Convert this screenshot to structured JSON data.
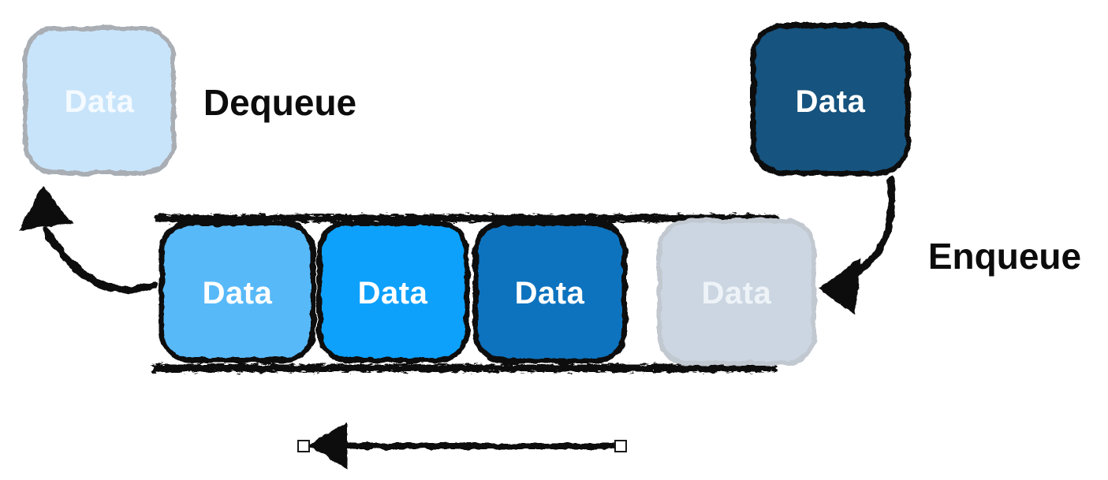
{
  "diagram": {
    "background": "#ffffff",
    "ink": "#0c0c0c",
    "labels": {
      "dequeue": "Dequeue",
      "enqueue": "Enqueue"
    },
    "dequeued_box": {
      "label": "Data",
      "fill": "#c8e4fa",
      "stroke": "#a9aeb4",
      "text_color": "#f4faff"
    },
    "incoming_box": {
      "label": "Data",
      "fill": "#15527e",
      "stroke": "#0b0b0b",
      "text_color": "#ffffff"
    },
    "queue_items": [
      {
        "label": "Data",
        "fill": "#58b9f9",
        "stroke": "#0d0d0d",
        "text_color": "#ffffff"
      },
      {
        "label": "Data",
        "fill": "#07a1fc",
        "stroke": "#0d0d0d",
        "text_color": "#ffffff"
      },
      {
        "label": "Data",
        "fill": "#0f73bf",
        "stroke": "#0d0d0d",
        "text_color": "#ffffff"
      },
      {
        "label": "Data",
        "fill": "#cbd6e2",
        "stroke": "#c2c8d0",
        "text_color": "#eef3f8"
      }
    ],
    "handles": {
      "fill": "#ffffff",
      "stroke": "#1a1a1a"
    }
  }
}
